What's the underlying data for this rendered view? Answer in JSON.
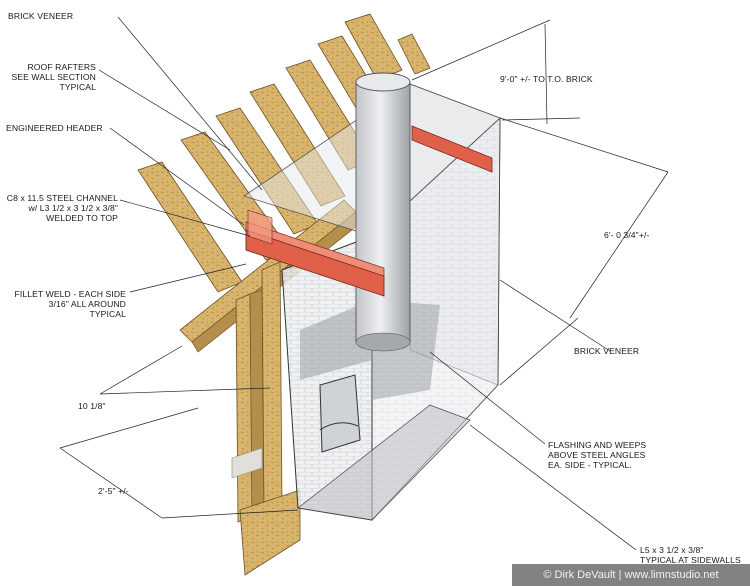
{
  "labels": {
    "brick_veneer_top": "BRICK VENEER",
    "roof_rafters": [
      "ROOF RAFTERS",
      "SEE WALL SECTION",
      "TYPICAL"
    ],
    "engineered_header": "ENGINEERED HEADER",
    "steel_channel": [
      "C8 x 11.5 STEEL CHANNEL",
      "w/ L3 1/2 x 3 1/2 x 3/8\"",
      "WELDED TO TOP"
    ],
    "fillet_weld": [
      "FILLET WELD - EACH SIDE",
      "3/16\" ALL AROUND",
      "TYPICAL"
    ],
    "dim_height": "9'-0\" +/- TO T.O. BRICK",
    "dim_depth": "6'- 0 3/4\"+/-",
    "brick_veneer_right": "BRICK VENEER",
    "flashing": [
      "FLASHING AND WEEPS",
      "ABOVE STEEL ANGLES",
      "EA. SIDE - TYPICAL."
    ],
    "dim_10": "10 1/8\"",
    "dim_25": "2'-5\" +/-",
    "angle": [
      "L5 x 3 1/2 x 3/8\"",
      "TYPICAL AT SIDEWALLS"
    ]
  },
  "credit": "© Dirk DeVault | www.limnstudio.net",
  "colors": {
    "wood": "#d8b36a",
    "wood_dark": "#a9823f",
    "steel_red": "#e0604a",
    "brick_face": "#e9ecef",
    "glass": "#c9ced4",
    "flue": "#d4d6d8"
  }
}
